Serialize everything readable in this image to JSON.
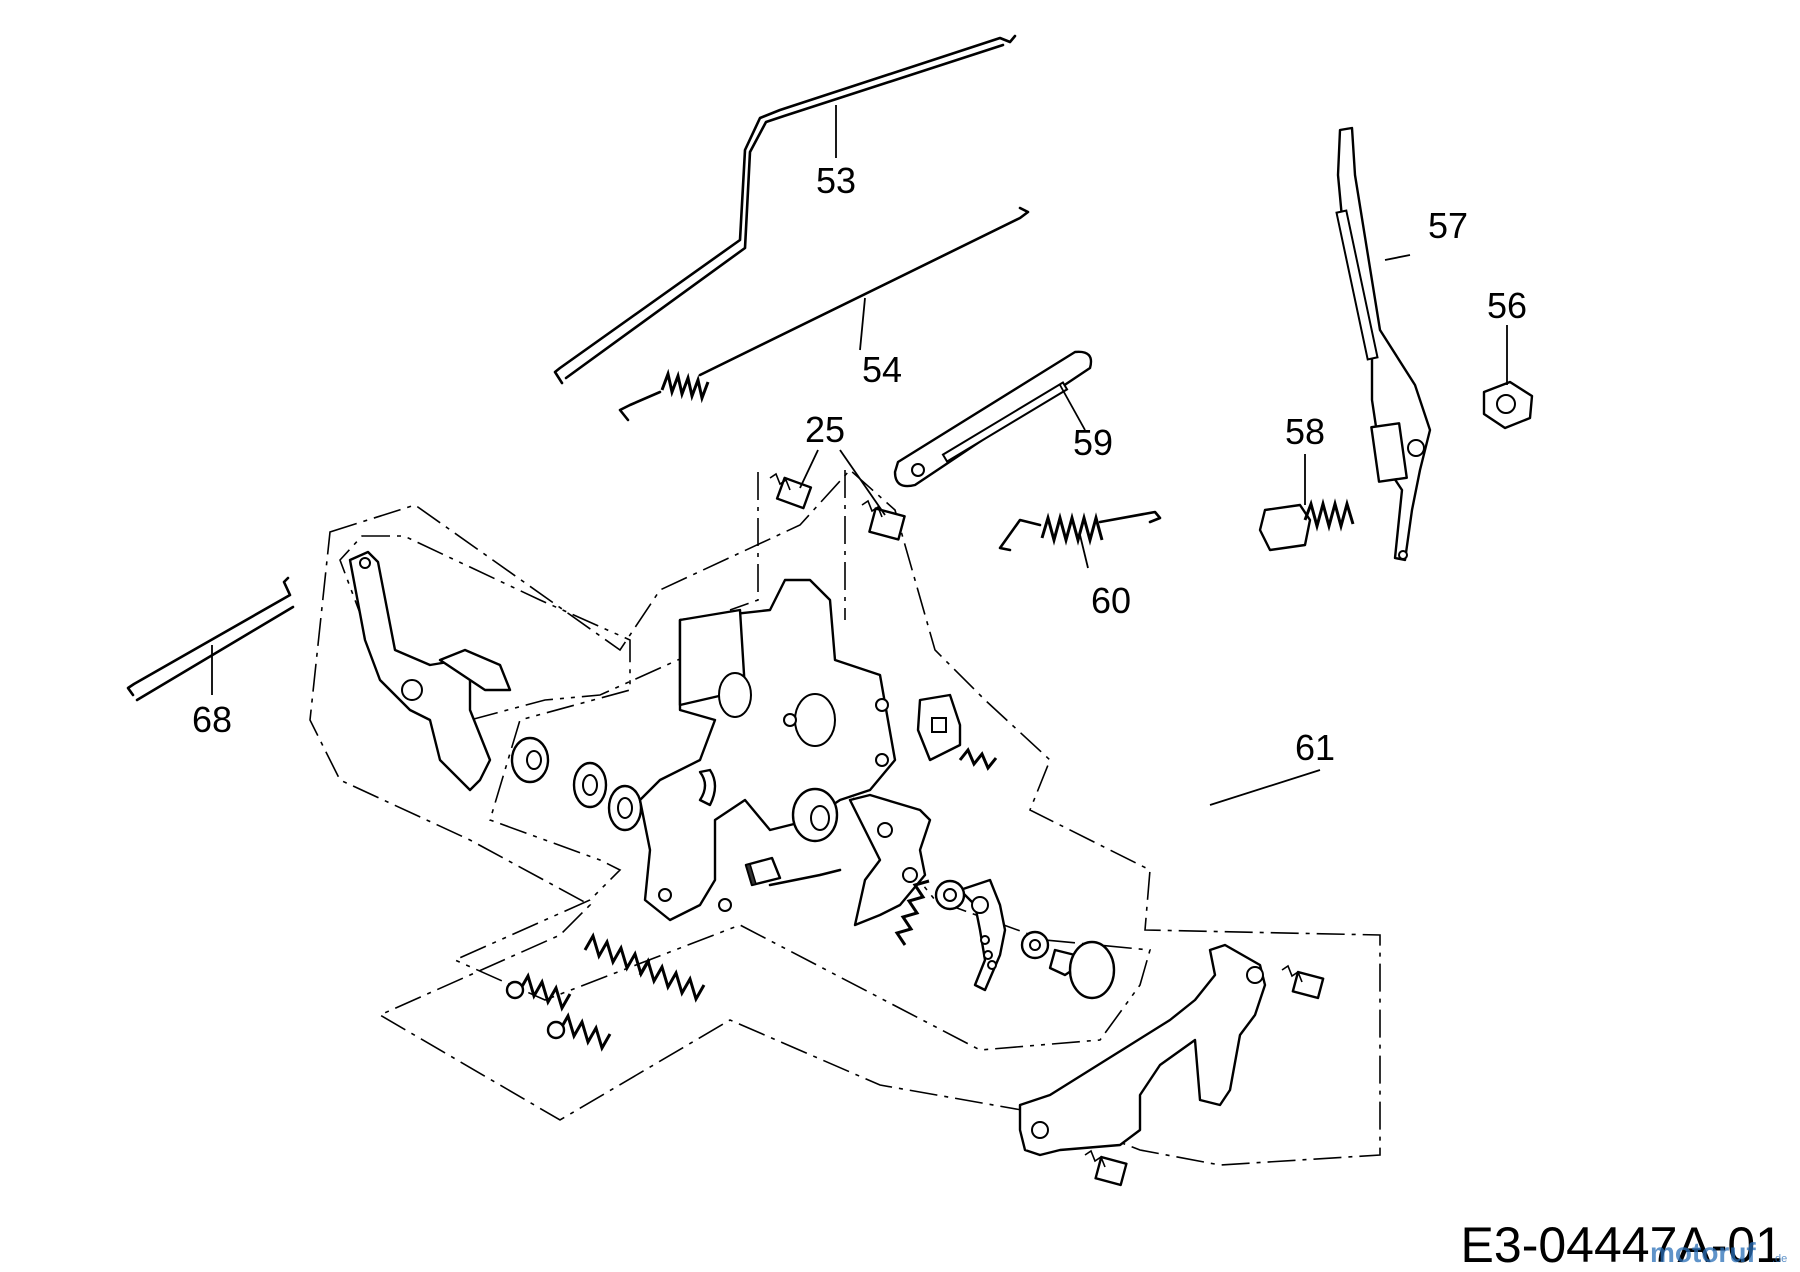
{
  "diagram": {
    "reference_code": "E3-04447A-01",
    "watermark": {
      "brand": "motoruf",
      "suffix": ".de"
    },
    "callouts": [
      {
        "id": "53",
        "text": "53"
      },
      {
        "id": "54",
        "text": "54"
      },
      {
        "id": "25",
        "text": "25"
      },
      {
        "id": "59",
        "text": "59"
      },
      {
        "id": "60",
        "text": "60"
      },
      {
        "id": "57",
        "text": "57"
      },
      {
        "id": "56",
        "text": "56"
      },
      {
        "id": "58",
        "text": "58"
      },
      {
        "id": "68",
        "text": "68"
      },
      {
        "id": "61",
        "text": "61"
      }
    ]
  }
}
